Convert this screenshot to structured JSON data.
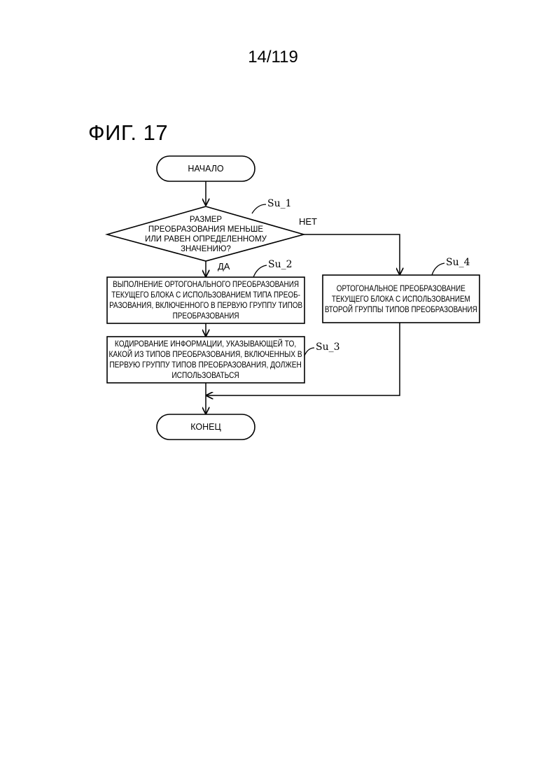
{
  "page_number": "14/119",
  "figure_title": "ФИГ. 17",
  "nodes": {
    "start": "НАЧАЛО",
    "decision": [
      "РАЗМЕР",
      "ПРЕОБРАЗОВАНИЯ МЕНЬШЕ",
      "ИЛИ РАВЕН ОПРЕДЕЛЕННОМУ",
      "ЗНАЧЕНИЮ?"
    ],
    "step2": [
      "ВЫПОЛНЕНИЕ ОРТОГОНАЛЬНОГО ПРЕОБРАЗОВАНИЯ",
      "ТЕКУЩЕГО БЛОКА С ИСПОЛЬЗОВАНИЕМ ТИПА ПРЕОБ-",
      "РАЗОВАНИЯ, ВКЛЮЧЕННОГО В ПЕРВУЮ ГРУППУ ТИПОВ",
      "ПРЕОБРАЗОВАНИЯ"
    ],
    "step3": [
      "КОДИРОВАНИЕ ИНФОРМАЦИИ, УКАЗЫВАЮЩЕЙ ТО,",
      "КАКОЙ ИЗ ТИПОВ ПРЕОБРАЗОВАНИЯ, ВКЛЮЧЕННЫХ В",
      "ПЕРВУЮ ГРУППУ ТИПОВ ПРЕОБРАЗОВАНИЯ, ДОЛЖЕН",
      "ИСПОЛЬЗОВАТЬСЯ"
    ],
    "step4": [
      "ОРТОГОНАЛЬНОЕ ПРЕОБРАЗОВАНИЕ",
      "ТЕКУЩЕГО БЛОКА С ИСПОЛЬЗОВАНИЕМ",
      "ВТОРОЙ ГРУППЫ ТИПОВ ПРЕОБРАЗОВАНИЯ"
    ],
    "end": "КОНЕЦ"
  },
  "branch_labels": {
    "yes": "ДА",
    "no": "НЕТ"
  },
  "refs": {
    "su1": "Su_1",
    "su2": "Su_2",
    "su3": "Su_3",
    "su4": "Su_4"
  }
}
